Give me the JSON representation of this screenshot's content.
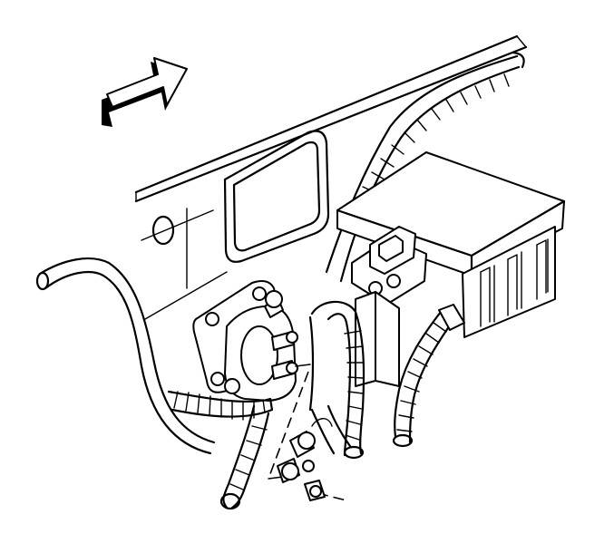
{
  "figure": {
    "view": "underhood-left-side",
    "colors": {
      "line": "#000000",
      "background": "#ffffff",
      "arrow_shadow": "#000000"
    },
    "icons": [
      "direction-arrow-icon",
      "relay-assembly",
      "fuse-junction-block",
      "wiring-harness",
      "retaining-nut"
    ]
  }
}
